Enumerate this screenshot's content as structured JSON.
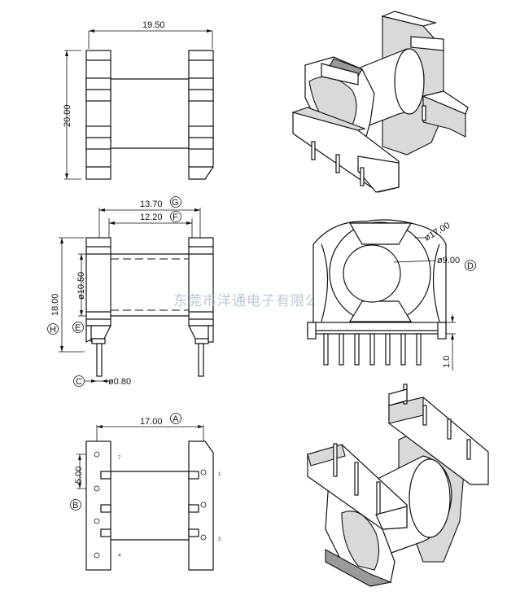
{
  "dimensions": {
    "width_19_50": "19.50",
    "height_20_00": "20.00",
    "width_13_70": "13.70",
    "width_12_20": "12.20",
    "diam_10_50": "ø10.50",
    "height_18_00": "18.00",
    "pin_diam_0_80": "ø0.80",
    "width_17_00": "17.00",
    "pitch_5_00": "5.00",
    "outer_diam_17_00": "ø17.00",
    "inner_diam_9_00": "ø9.00",
    "standoff_1_0": "1.0"
  },
  "markers": {
    "A": "A",
    "B": "B",
    "C": "C",
    "D": "D",
    "E": "E",
    "F": "F",
    "G": "G",
    "H": "H"
  },
  "pin_numbers": {
    "p1": "1",
    "p3": "3",
    "p4": "4",
    "p7": "7"
  },
  "watermark": "东莞市洋通电子有限公司"
}
